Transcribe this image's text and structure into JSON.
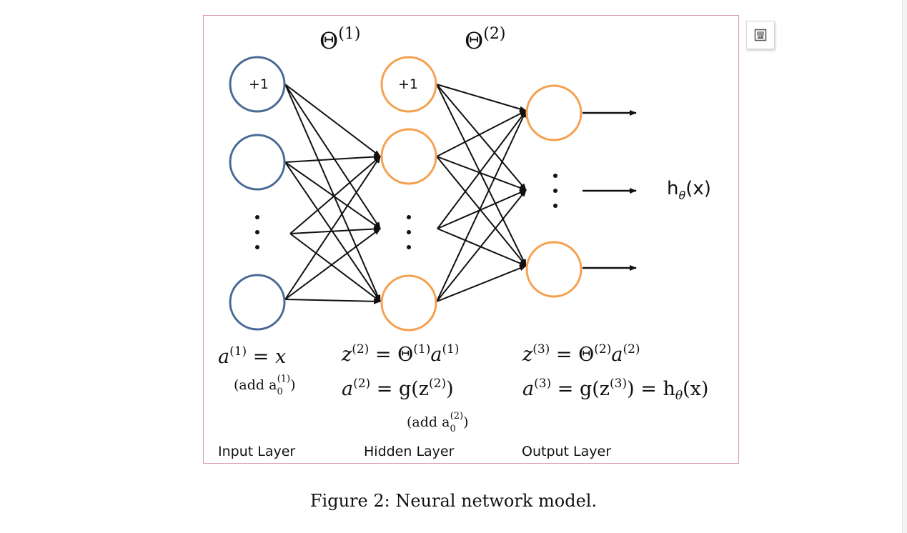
{
  "figure": {
    "theta1_base": "Θ",
    "theta1_sup": "(1)",
    "theta2_base": "Θ",
    "theta2_sup": "(2)",
    "bias_label_input": "+1",
    "bias_label_hidden": "+1",
    "output_base": "h",
    "output_sub": "θ",
    "output_arg": "(x)",
    "layers": {
      "input": "Input Layer",
      "hidden": "Hidden Layer",
      "output": "Output Layer"
    },
    "equations": {
      "input_eq": {
        "a": "a",
        "sup": "(1)",
        "rest": " = x"
      },
      "input_note": {
        "open": "(add a",
        "sub": "0",
        "sup": "(1)",
        "close": ")"
      },
      "hidden_eq1": {
        "z": "z",
        "sup1": "(2)",
        "eq": " = Θ",
        "sup2": "(1)",
        "a": "a",
        "sup3": "(1)"
      },
      "hidden_eq2": {
        "a": "a",
        "sup1": "(2)",
        "eq": " = g(z",
        "sup2": "(2)",
        "close": ")"
      },
      "hidden_note": {
        "open": "(add a",
        "sub": "0",
        "sup": "(2)",
        "close": ")"
      },
      "output_eq1": {
        "z": "z",
        "sup1": "(3)",
        "eq": " = Θ",
        "sup2": "(2)",
        "a": "a",
        "sup3": "(2)"
      },
      "output_eq2": {
        "a": "a",
        "sup1": "(3)",
        "eq": " = g(z",
        "sup2": "(3)",
        "mid": ") = h",
        "sub": "θ",
        "close": "(x)"
      }
    },
    "colors": {
      "input_node": "#4a6a96",
      "hidden_node": "#f5a04e",
      "output_node": "#f5a04e",
      "edge": "#111111",
      "frame": "#d79aa6"
    }
  },
  "toolbar": {
    "image_icon": "image-icon"
  },
  "caption": {
    "text": "Figure 2: Neural network model."
  }
}
